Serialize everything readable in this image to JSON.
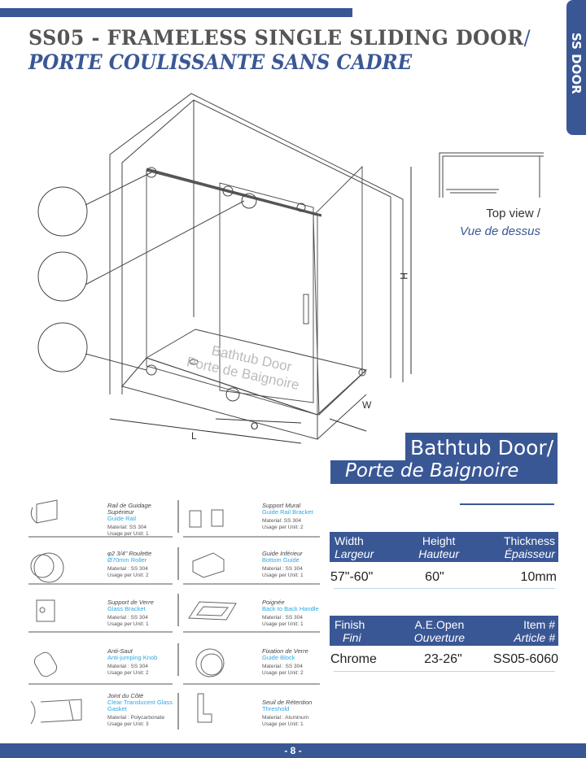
{
  "header": {
    "title_en": "SS05 - FRAMELESS SINGLE SLIDING DOOR",
    "slash": "/",
    "title_fr": "PORTE COULISSANTE SANS CADRE",
    "side_tab": "SS DOOR"
  },
  "drawing": {
    "dim_h": "H",
    "dim_w": "W",
    "dim_l": "L",
    "dim_o": "O",
    "watermark_1": "Bathtub Door",
    "watermark_2": "Porte de Baignoire"
  },
  "top_view": {
    "label_en": "Top view /",
    "label_fr": "Vue de dessus"
  },
  "category": {
    "en": "Bathtub Door/",
    "fr": "Porte de Baignoire"
  },
  "spec_table_1": {
    "headers": [
      {
        "en": "Width",
        "fr": "Largeur"
      },
      {
        "en": "Height",
        "fr": "Hauteur"
      },
      {
        "en": "Thickness",
        "fr": "Épaisseur"
      }
    ],
    "values": [
      "57\"-60\"",
      "60\"",
      "10mm"
    ]
  },
  "spec_table_2": {
    "headers": [
      {
        "en": "Finish",
        "fr": "Fini"
      },
      {
        "en": "A.E.Open",
        "fr": "Ouverture"
      },
      {
        "en": "Item #",
        "fr": "Article #"
      }
    ],
    "values": [
      "Chrome",
      "23-26\"",
      "SS05-6060"
    ]
  },
  "parts": [
    {
      "fr": "Rail de Guidage Supérieur",
      "en": "Guide Rail",
      "material": "Material: SS 304",
      "usage": "Usage per Unit: 1"
    },
    {
      "fr": "Support Mural",
      "en": "Guide Rail Bracket",
      "material": "Material: SS 304",
      "usage": "Usage per Unit: 2"
    },
    {
      "fr": "φ2 3/4\" Roulette",
      "en": "Ø70mm Roller",
      "material": "Material : SS 304",
      "usage": "Usage per Unit: 2"
    },
    {
      "fr": "Guide Inférieur",
      "en": "Bottom Guide",
      "material": "Material : SS 304",
      "usage": "Usage per Unit: 1"
    },
    {
      "fr": "Support de Verre",
      "en": "Glass Bracket",
      "material": "Material : SS 304",
      "usage": "Usage per Unit: 1"
    },
    {
      "fr": "Poignée",
      "en": "Back to Back Handle",
      "material": "Material : SS 304",
      "usage": "Usage per Unit: 1"
    },
    {
      "fr": "Anti-Saut",
      "en": "Anti-jumping Knob",
      "material": "Material : SS 304",
      "usage": "Usage per Unit: 2"
    },
    {
      "fr": "Fixation de Verre",
      "en": "Guide Block",
      "material": "Material : SS 304",
      "usage": "Usage per Unit: 2"
    },
    {
      "fr": "Joint du Côté",
      "en": "Clear Translucent Glass Gasket",
      "material": "Material : Polycarbonate",
      "usage": "Usage per Unit: 3"
    },
    {
      "fr": "Seuil de Rétention",
      "en": "Threshold",
      "material": "Material : Aluminum",
      "usage": "Usage per Unit: 1"
    }
  ],
  "footer": {
    "page": "- 8 -"
  },
  "colors": {
    "brand": "#3a5795",
    "accent": "#2aa9e6"
  }
}
